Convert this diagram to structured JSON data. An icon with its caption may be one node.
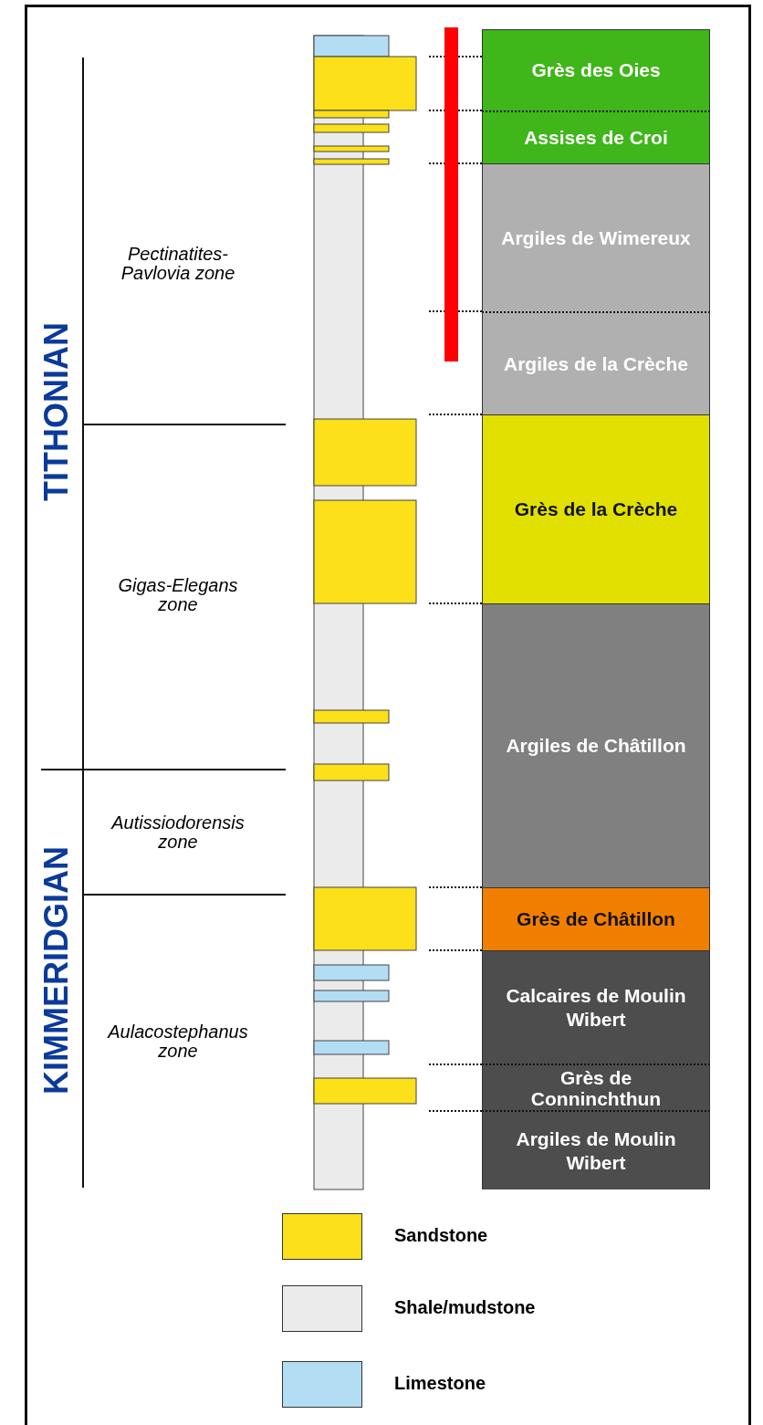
{
  "diagram": {
    "nodes": [
      {
        "text": [
          "Grès des Oies"
        ]
      },
      {
        "text": [
          "Assises de Croi"
        ]
      },
      {
        "text": [
          "Argiles de Wimereux"
        ]
      },
      {
        "text": [
          "Argiles de la Crèche"
        ]
      },
      {
        "text": [
          "Grès de la Crèche"
        ]
      },
      {
        "text": [
          "Argiles de Châtillon"
        ]
      },
      {
        "text": [
          "Grès de Châtillon"
        ]
      },
      {
        "text": [
          "Calcaires de Moulin Wibert"
        ]
      },
      {
        "text": [
          "Grès de Conninchthun"
        ]
      },
      {
        "text": [
          "Argiles de Moulin Wibert"
        ]
      },
      {
        "text": [],
        "shape": "bar"
      }
    ],
    "edges": [],
    "labels": [
      "Pectinatites-Pavlovia zone",
      "TITHONIAN",
      "Gigas-Elegans zone",
      "Autissiodorensis zone",
      "KIMMERIDGIAN",
      "Aulacostephanus zone"
    ],
    "legend": [
      {
        "text": "Sandstone",
        "color": "#fbe01a"
      },
      {
        "text": "Shale/mudstone",
        "color": "#ebebeb"
      },
      {
        "text": "Limestone",
        "color": "#b3ddf3"
      }
    ]
  }
}
